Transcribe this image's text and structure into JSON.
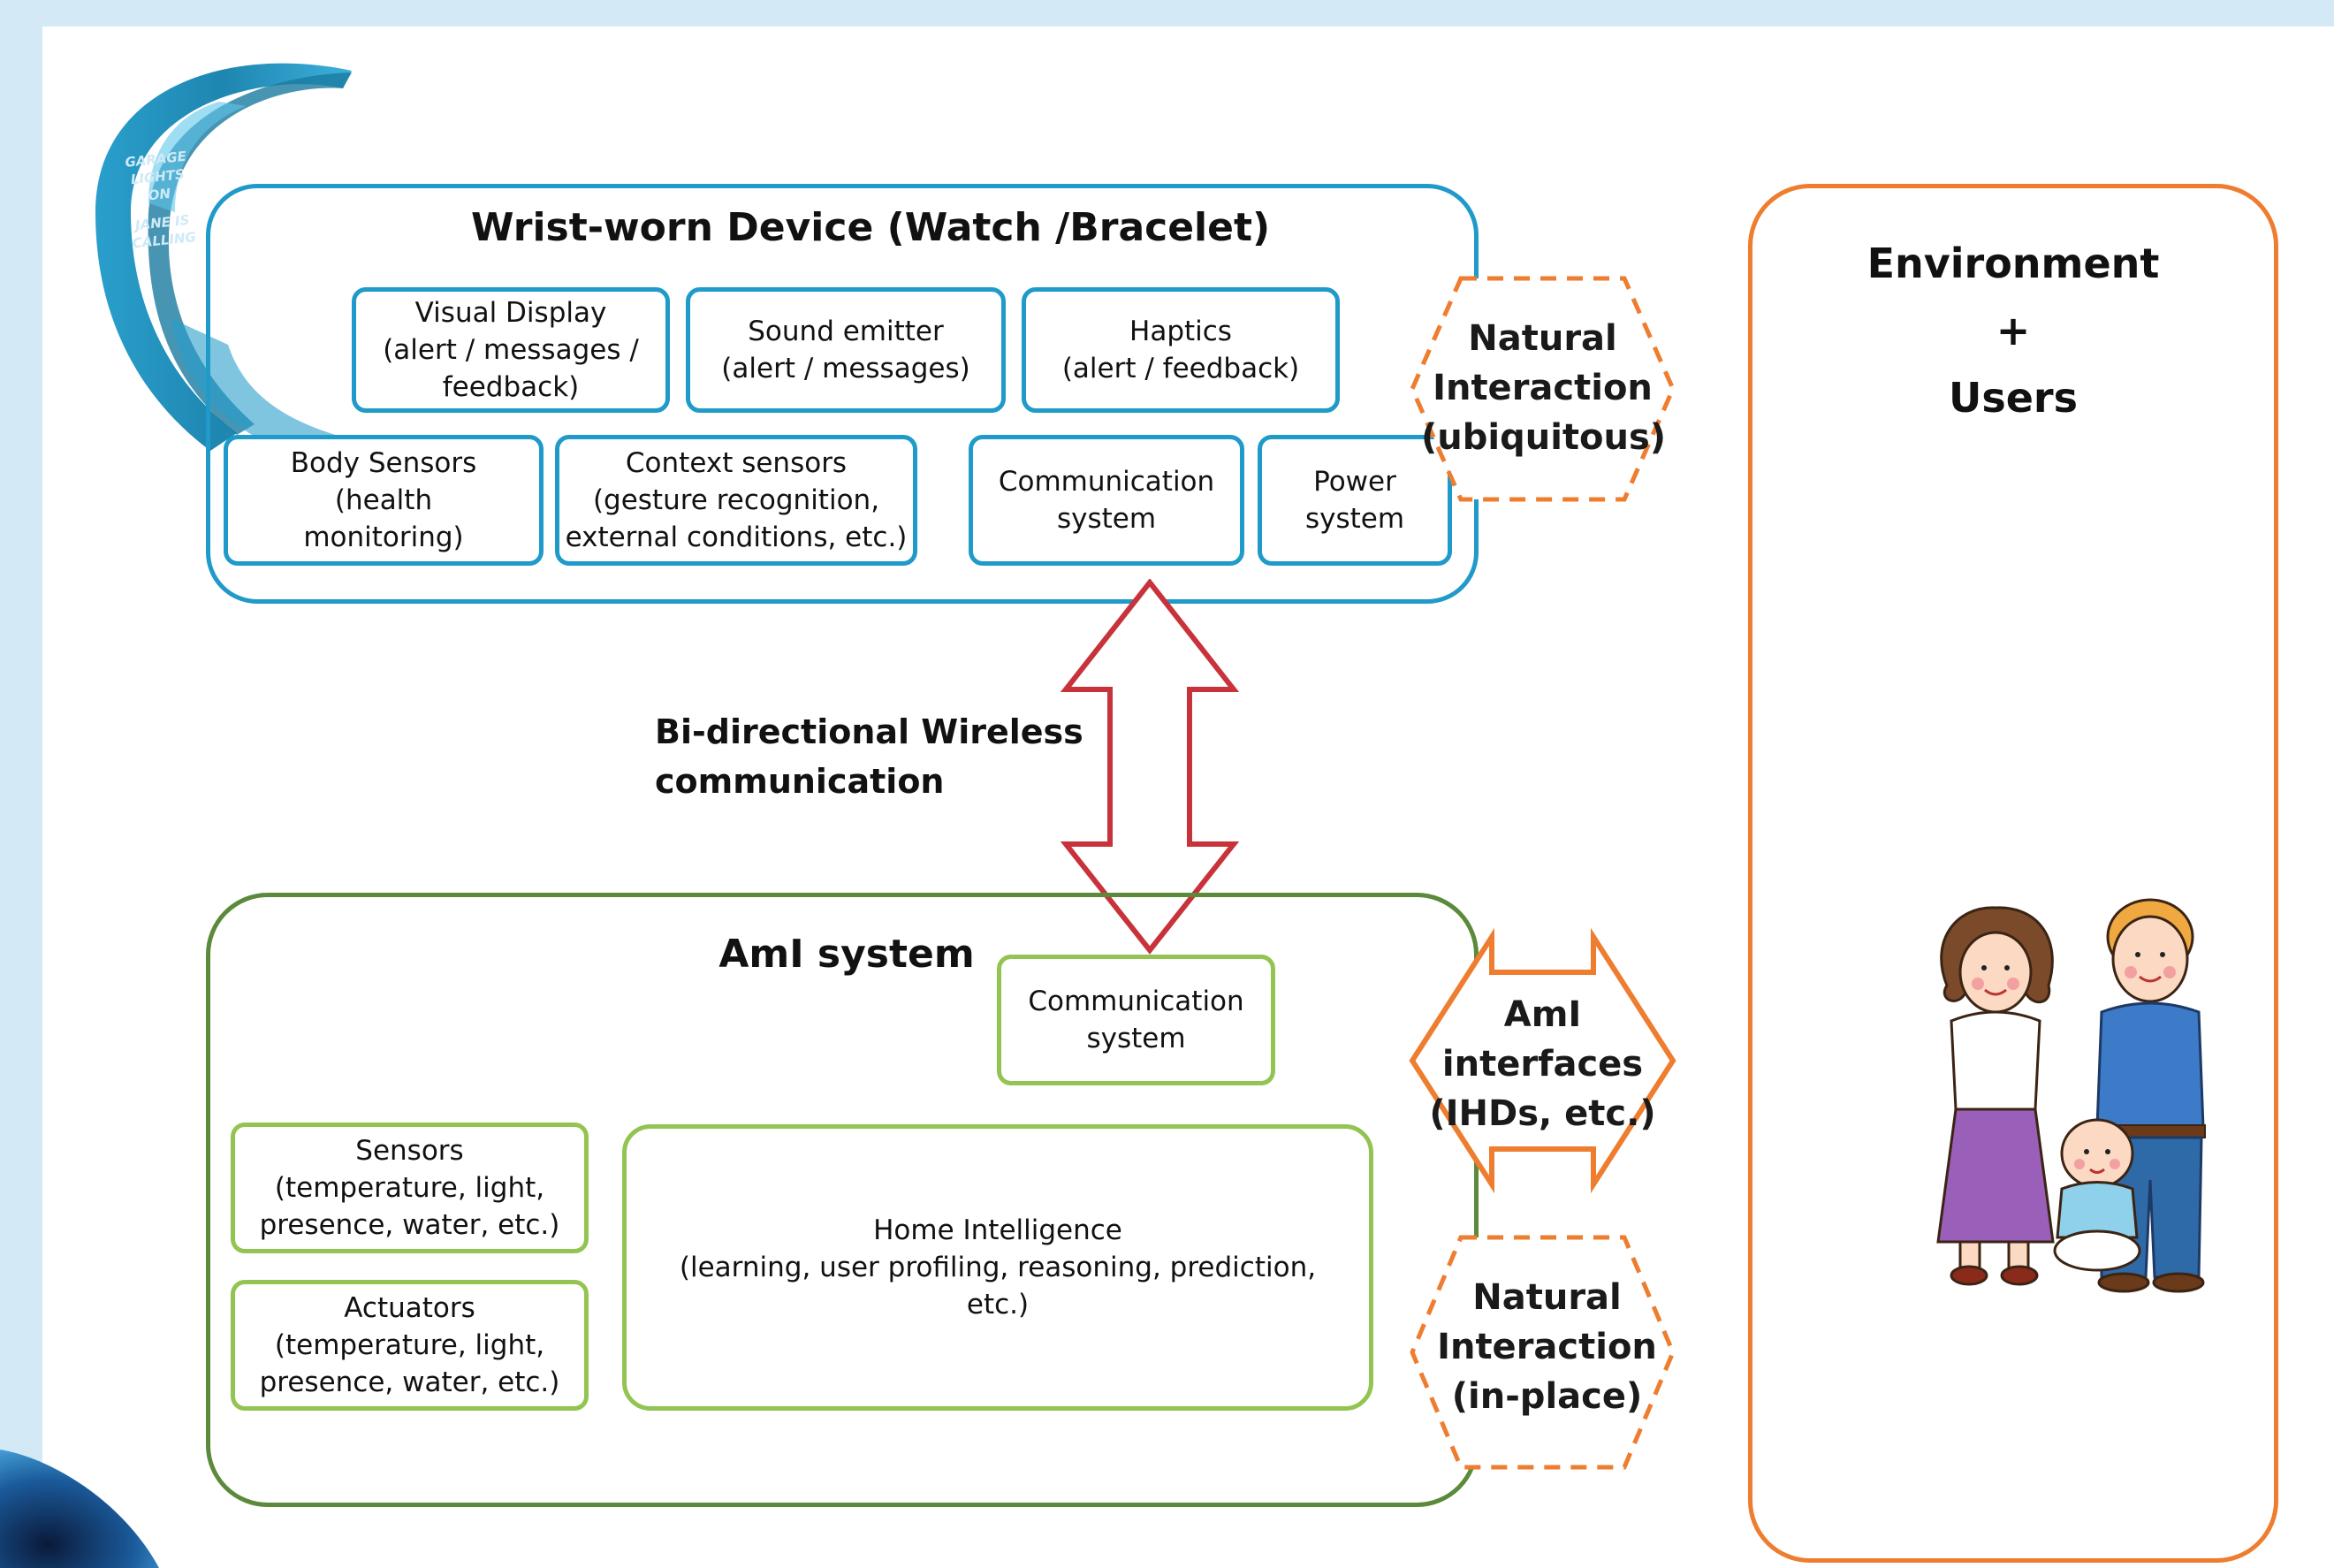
{
  "wrist_device": {
    "title": "Wrist-worn Device (Watch /Bracelet)",
    "bracelet_text": [
      "GARAGE",
      "LIGHTS",
      "ON",
      "JANE IS",
      "CALLING"
    ],
    "components": {
      "visual_display": [
        "Visual Display",
        "(alert / messages /",
        "feedback)"
      ],
      "sound_emitter": [
        "Sound emitter",
        "(alert / messages)"
      ],
      "haptics": [
        "Haptics",
        "(alert / feedback)"
      ],
      "body_sensors": [
        "Body Sensors",
        "(health",
        "monitoring)"
      ],
      "context_sensors": [
        "Context sensors",
        "(gesture recognition,",
        "external conditions, etc.)"
      ],
      "communication": [
        "Communication",
        "system"
      ],
      "power": [
        "Power",
        "system"
      ]
    }
  },
  "wireless_link": {
    "label": [
      "Bi-directional Wireless",
      "communication"
    ]
  },
  "aml_system": {
    "title": "AmI system",
    "components": {
      "communication": [
        "Communication",
        "system"
      ],
      "sensors": [
        "Sensors",
        "(temperature, light,",
        "presence, water, etc.)"
      ],
      "actuators": [
        "Actuators",
        "(temperature, light,",
        "presence, water, etc.)"
      ],
      "home_intelligence": [
        "Home Intelligence",
        "(learning, user profiling, reasoning, prediction,",
        "etc.)"
      ]
    }
  },
  "interactions": {
    "natural_ubiquitous": [
      "Natural",
      "Interaction",
      "(ubiquitous)"
    ],
    "aml_interfaces": [
      "AmI",
      "interfaces",
      "(IHDs, etc.)"
    ],
    "natural_in_place": [
      "Natural",
      "Interaction",
      "(in-place)"
    ]
  },
  "environment": {
    "title": [
      "Environment",
      "+",
      "Users"
    ]
  },
  "colors": {
    "background": "#d3e9f5",
    "wrist_border": "#1f9ac9",
    "aml_border": "#5a8a3a",
    "aml_sub_border": "#93c451",
    "environment_border": "#ee7d2f",
    "wireless_arrow": "#c8333b",
    "bracelet": "#1e8fb8"
  }
}
